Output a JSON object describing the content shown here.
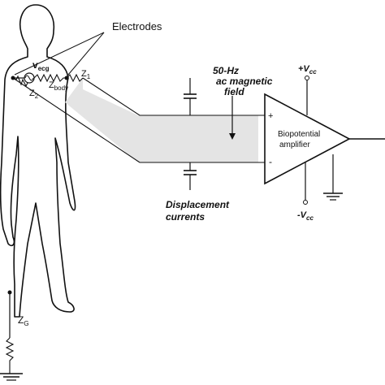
{
  "labels": {
    "electrodes": "Electrodes",
    "v_main": "v",
    "v_sub": "ecg",
    "z1_main": "Z",
    "z1_sub": "1",
    "z2_main": "Z",
    "z2_sub": "2",
    "zbody_main": "Z",
    "zbody_sub": "body",
    "field_line1": "50-Hz",
    "field_line2": "ac magnetic",
    "field_line3": "field",
    "displacement_line1": "Displacement",
    "displacement_line2": "currents",
    "amp_line1": "Biopotential",
    "amp_line2": "amplifier",
    "plus": "+",
    "minus": "-",
    "vcc_pos_sign": "+V",
    "vcc_neg_sign": "-V",
    "vcc_sub": "cc",
    "zg_main": "Z",
    "zg_sub": "G"
  },
  "colors": {
    "shade": "#e4e4e4",
    "line": "#111111"
  }
}
